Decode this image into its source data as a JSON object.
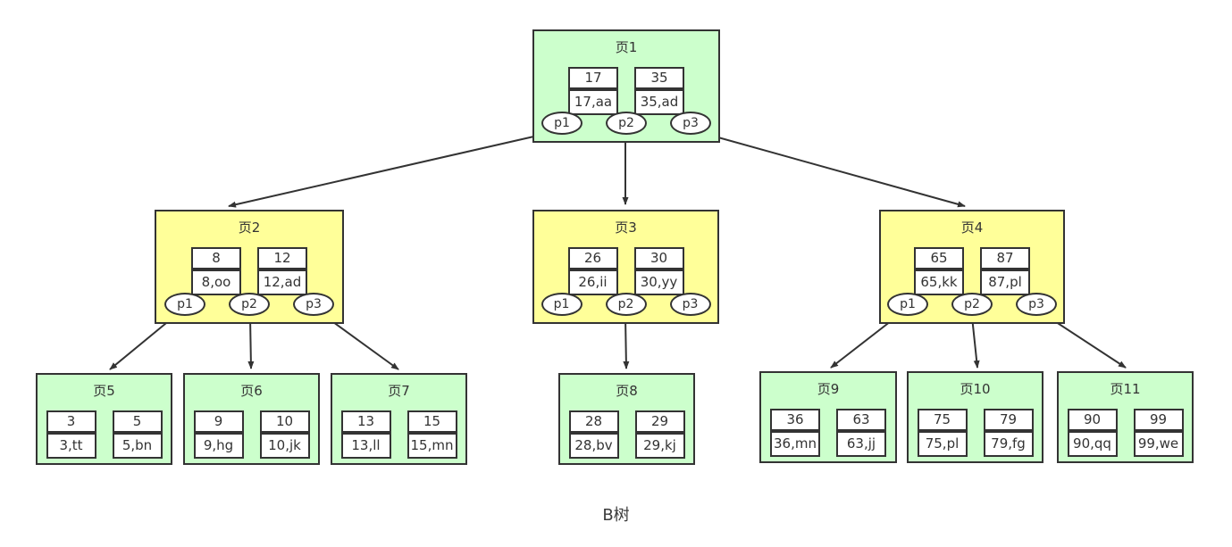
{
  "diagram": {
    "caption": "B树",
    "colors": {
      "root_fill": "#ccffcc",
      "internal_fill": "#ffff99",
      "leaf_fill": "#ccffcc",
      "cell_fill": "#ffffff",
      "border": "#333333",
      "text": "#333333"
    },
    "nodes": [
      {
        "title": "页1",
        "type": "root",
        "keys": [
          {
            "key": "17",
            "record": "17,aa"
          },
          {
            "key": "35",
            "record": "35,ad"
          }
        ],
        "pointers": [
          "p1",
          "p2",
          "p3"
        ]
      },
      {
        "title": "页2",
        "type": "internal",
        "keys": [
          {
            "key": "8",
            "record": "8,oo"
          },
          {
            "key": "12",
            "record": "12,ad"
          }
        ],
        "pointers": [
          "p1",
          "p2",
          "p3"
        ]
      },
      {
        "title": "页3",
        "type": "internal",
        "keys": [
          {
            "key": "26",
            "record": "26,ii"
          },
          {
            "key": "30",
            "record": "30,yy"
          }
        ],
        "pointers": [
          "p1",
          "p2",
          "p3"
        ]
      },
      {
        "title": "页4",
        "type": "internal",
        "keys": [
          {
            "key": "65",
            "record": "65,kk"
          },
          {
            "key": "87",
            "record": "87,pl"
          }
        ],
        "pointers": [
          "p1",
          "p2",
          "p3"
        ]
      },
      {
        "title": "页5",
        "type": "leaf",
        "keys": [
          {
            "key": "3",
            "record": "3,tt"
          },
          {
            "key": "5",
            "record": "5,bn"
          }
        ]
      },
      {
        "title": "页6",
        "type": "leaf",
        "keys": [
          {
            "key": "9",
            "record": "9,hg"
          },
          {
            "key": "10",
            "record": "10,jk"
          }
        ]
      },
      {
        "title": "页7",
        "type": "leaf",
        "keys": [
          {
            "key": "13",
            "record": "13,ll"
          },
          {
            "key": "15",
            "record": "15,mn"
          }
        ]
      },
      {
        "title": "页8",
        "type": "leaf",
        "keys": [
          {
            "key": "28",
            "record": "28,bv"
          },
          {
            "key": "29",
            "record": "29,kj"
          }
        ]
      },
      {
        "title": "页9",
        "type": "leaf",
        "keys": [
          {
            "key": "36",
            "record": "36,mn"
          },
          {
            "key": "63",
            "record": "63,jj"
          }
        ]
      },
      {
        "title": "页10",
        "type": "leaf",
        "keys": [
          {
            "key": "75",
            "record": "75,pl"
          },
          {
            "key": "79",
            "record": "79,fg"
          }
        ]
      },
      {
        "title": "页11",
        "type": "leaf",
        "keys": [
          {
            "key": "90",
            "record": "90,qq"
          },
          {
            "key": "99",
            "record": "99,we"
          }
        ]
      }
    ],
    "edges": [
      {
        "from": "页1.p1",
        "to": "页2"
      },
      {
        "from": "页1.p2",
        "to": "页3"
      },
      {
        "from": "页1.p3",
        "to": "页4"
      },
      {
        "from": "页2.p1",
        "to": "页5"
      },
      {
        "from": "页2.p2",
        "to": "页6"
      },
      {
        "from": "页2.p3",
        "to": "页7"
      },
      {
        "from": "页3.p2",
        "to": "页8"
      },
      {
        "from": "页4.p1",
        "to": "页9"
      },
      {
        "from": "页4.p2",
        "to": "页10"
      },
      {
        "from": "页4.p3",
        "to": "页11"
      }
    ]
  }
}
